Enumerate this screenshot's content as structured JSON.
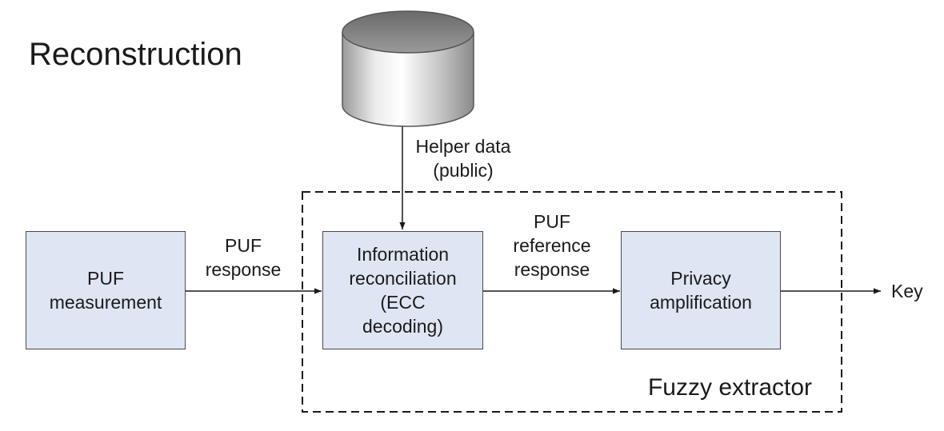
{
  "diagram": {
    "title": "Reconstruction",
    "helper_data": {
      "line1": "Helper data",
      "line2": "(public)"
    },
    "blocks": {
      "puf_measurement": {
        "line1": "PUF",
        "line2": "measurement"
      },
      "info_reconciliation": {
        "line1": "Information",
        "line2": "reconciliation",
        "line3": "(ECC",
        "line4": "decoding)"
      },
      "privacy_amplification": {
        "line1": "Privacy",
        "line2": "amplification"
      }
    },
    "edges": {
      "puf_response": {
        "line1": "PUF",
        "line2": "response"
      },
      "puf_reference_response": {
        "line1": "PUF",
        "line2": "reference",
        "line3": "response"
      },
      "key": "Key"
    },
    "group_label": "Fuzzy extractor"
  }
}
